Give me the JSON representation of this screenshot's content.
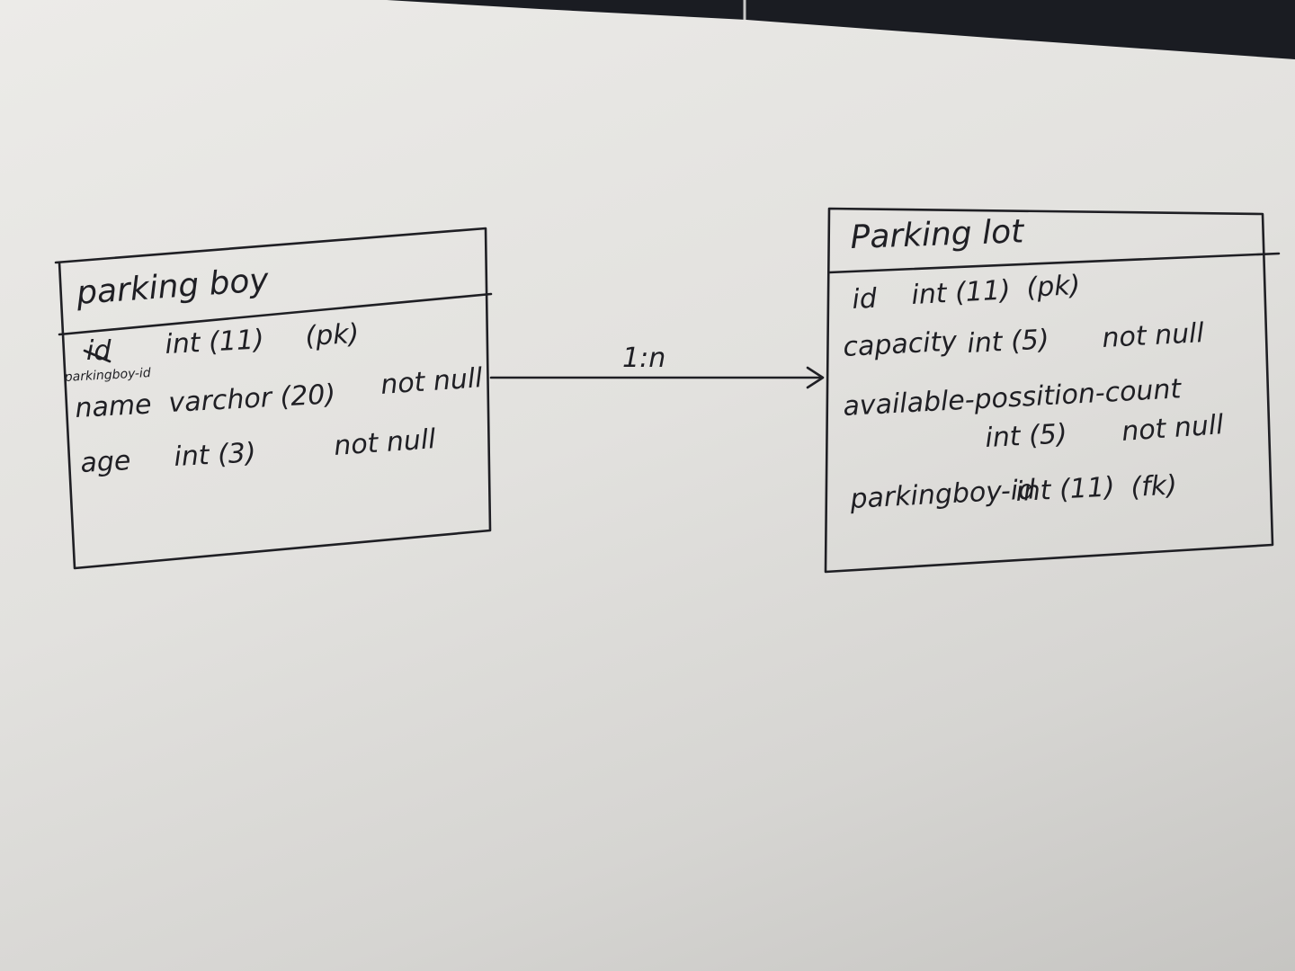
{
  "entities": {
    "parking_boy": {
      "title": "parking boy",
      "fields": [
        {
          "name": "id",
          "type": "int (11)",
          "constraint": "(pk)",
          "note": "parkingboy-id"
        },
        {
          "name": "name",
          "type": "varchor (20)",
          "constraint": "not null"
        },
        {
          "name": "age",
          "type": "int (3)",
          "constraint": "not null"
        }
      ]
    },
    "parking_lot": {
      "title": "Parking lot",
      "fields": [
        {
          "name": "id",
          "type": "int (11)",
          "constraint": "(pk)"
        },
        {
          "name": "capacity",
          "type": "int (5)",
          "constraint": "not null"
        },
        {
          "name": "available-possition-count",
          "type": "int (5)",
          "constraint": "not null"
        },
        {
          "name": "parkingboy-id",
          "type": "int (11)",
          "constraint": "(fk)"
        }
      ]
    }
  },
  "relationship": {
    "label": "1:n"
  }
}
